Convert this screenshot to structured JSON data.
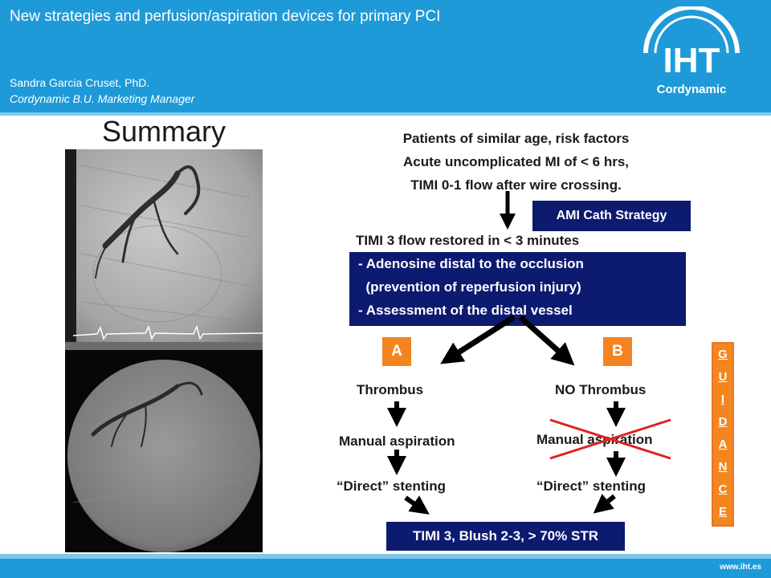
{
  "header": {
    "title": "New strategies and perfusion/aspiration devices for primary PCI",
    "author_name": "Sandra Garcia Cruset, PhD.",
    "author_role": "Cordynamic B.U. Marketing Manager",
    "logo_text": "IHT",
    "logo_subtext": "Cordynamic"
  },
  "slide_title": "Summary",
  "intro_lines": [
    "Patients of similar age, risk factors",
    "Acute uncomplicated MI of < 6 hrs,",
    "TIMI 0-1 flow after wire crossing."
  ],
  "cath_strategy": "AMI Cath Strategy",
  "restored": "TIMI 3 flow restored in < 3 minutes",
  "box_lines": [
    "- Adenosine distal to the occlusion",
    "  (prevention of reperfusion injury)",
    "- Assessment of the distal vessel"
  ],
  "branches": {
    "a": {
      "badge": "A",
      "condition": "Thrombus",
      "step1": "Manual aspiration",
      "step2": "“Direct” stenting"
    },
    "b": {
      "badge": "B",
      "condition": "NO Thrombus",
      "step1": "Manual aspiration",
      "step2": "“Direct” stenting"
    }
  },
  "result": "TIMI 3, Blush 2-3, > 70% STR",
  "guidance_letters": [
    "G",
    "U",
    "I",
    "D",
    "A",
    "N",
    "C",
    "E"
  ],
  "footer_url": "www.iht.es",
  "colors": {
    "header_blue": "#1f9ad8",
    "navy": "#0c1a70",
    "orange": "#f3861f",
    "cross_red": "#e02020"
  }
}
